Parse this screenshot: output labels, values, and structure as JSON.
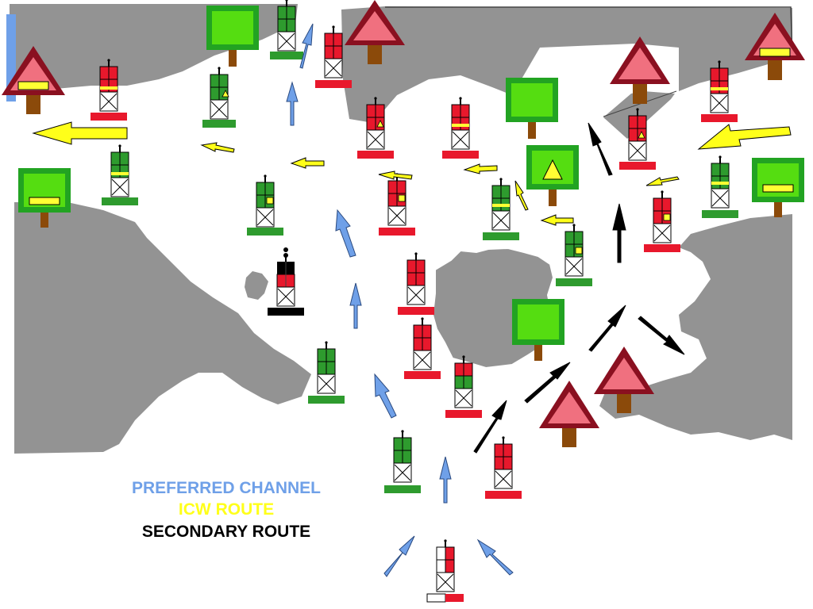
{
  "colors": {
    "land": "#939393",
    "water": "#ffffff",
    "green": "#2e9b2e",
    "red": "#e8182c",
    "black": "#000000",
    "yellow": "#ffff33",
    "blue_arrow": "#6fa0e8",
    "yellow_arrow": "#ffff1a",
    "black_arrow": "#000000",
    "daymark_green_fill": "#55dd11",
    "daymark_green_border": "#22a322",
    "daymark_red_fill": "#f0707f",
    "daymark_red_border": "#8a1020",
    "post": "#8b4a0a"
  },
  "legend": {
    "preferred": "PREFERRED CHANNEL",
    "icw": "ICW ROUTE",
    "secondary": "SECONDARY ROUTE"
  },
  "symbols": {
    "green_can_buoy": "green-can-buoy-icon",
    "red_nun_buoy": "red-nun-buoy-icon",
    "green_square_daymark": "green-square-daymark-icon",
    "red_triangle_daymark": "red-triangle-daymark-icon",
    "isolated_danger_buoy": "isolated-danger-buoy-icon",
    "safe_water_buoy": "safe-water-buoy-icon"
  }
}
